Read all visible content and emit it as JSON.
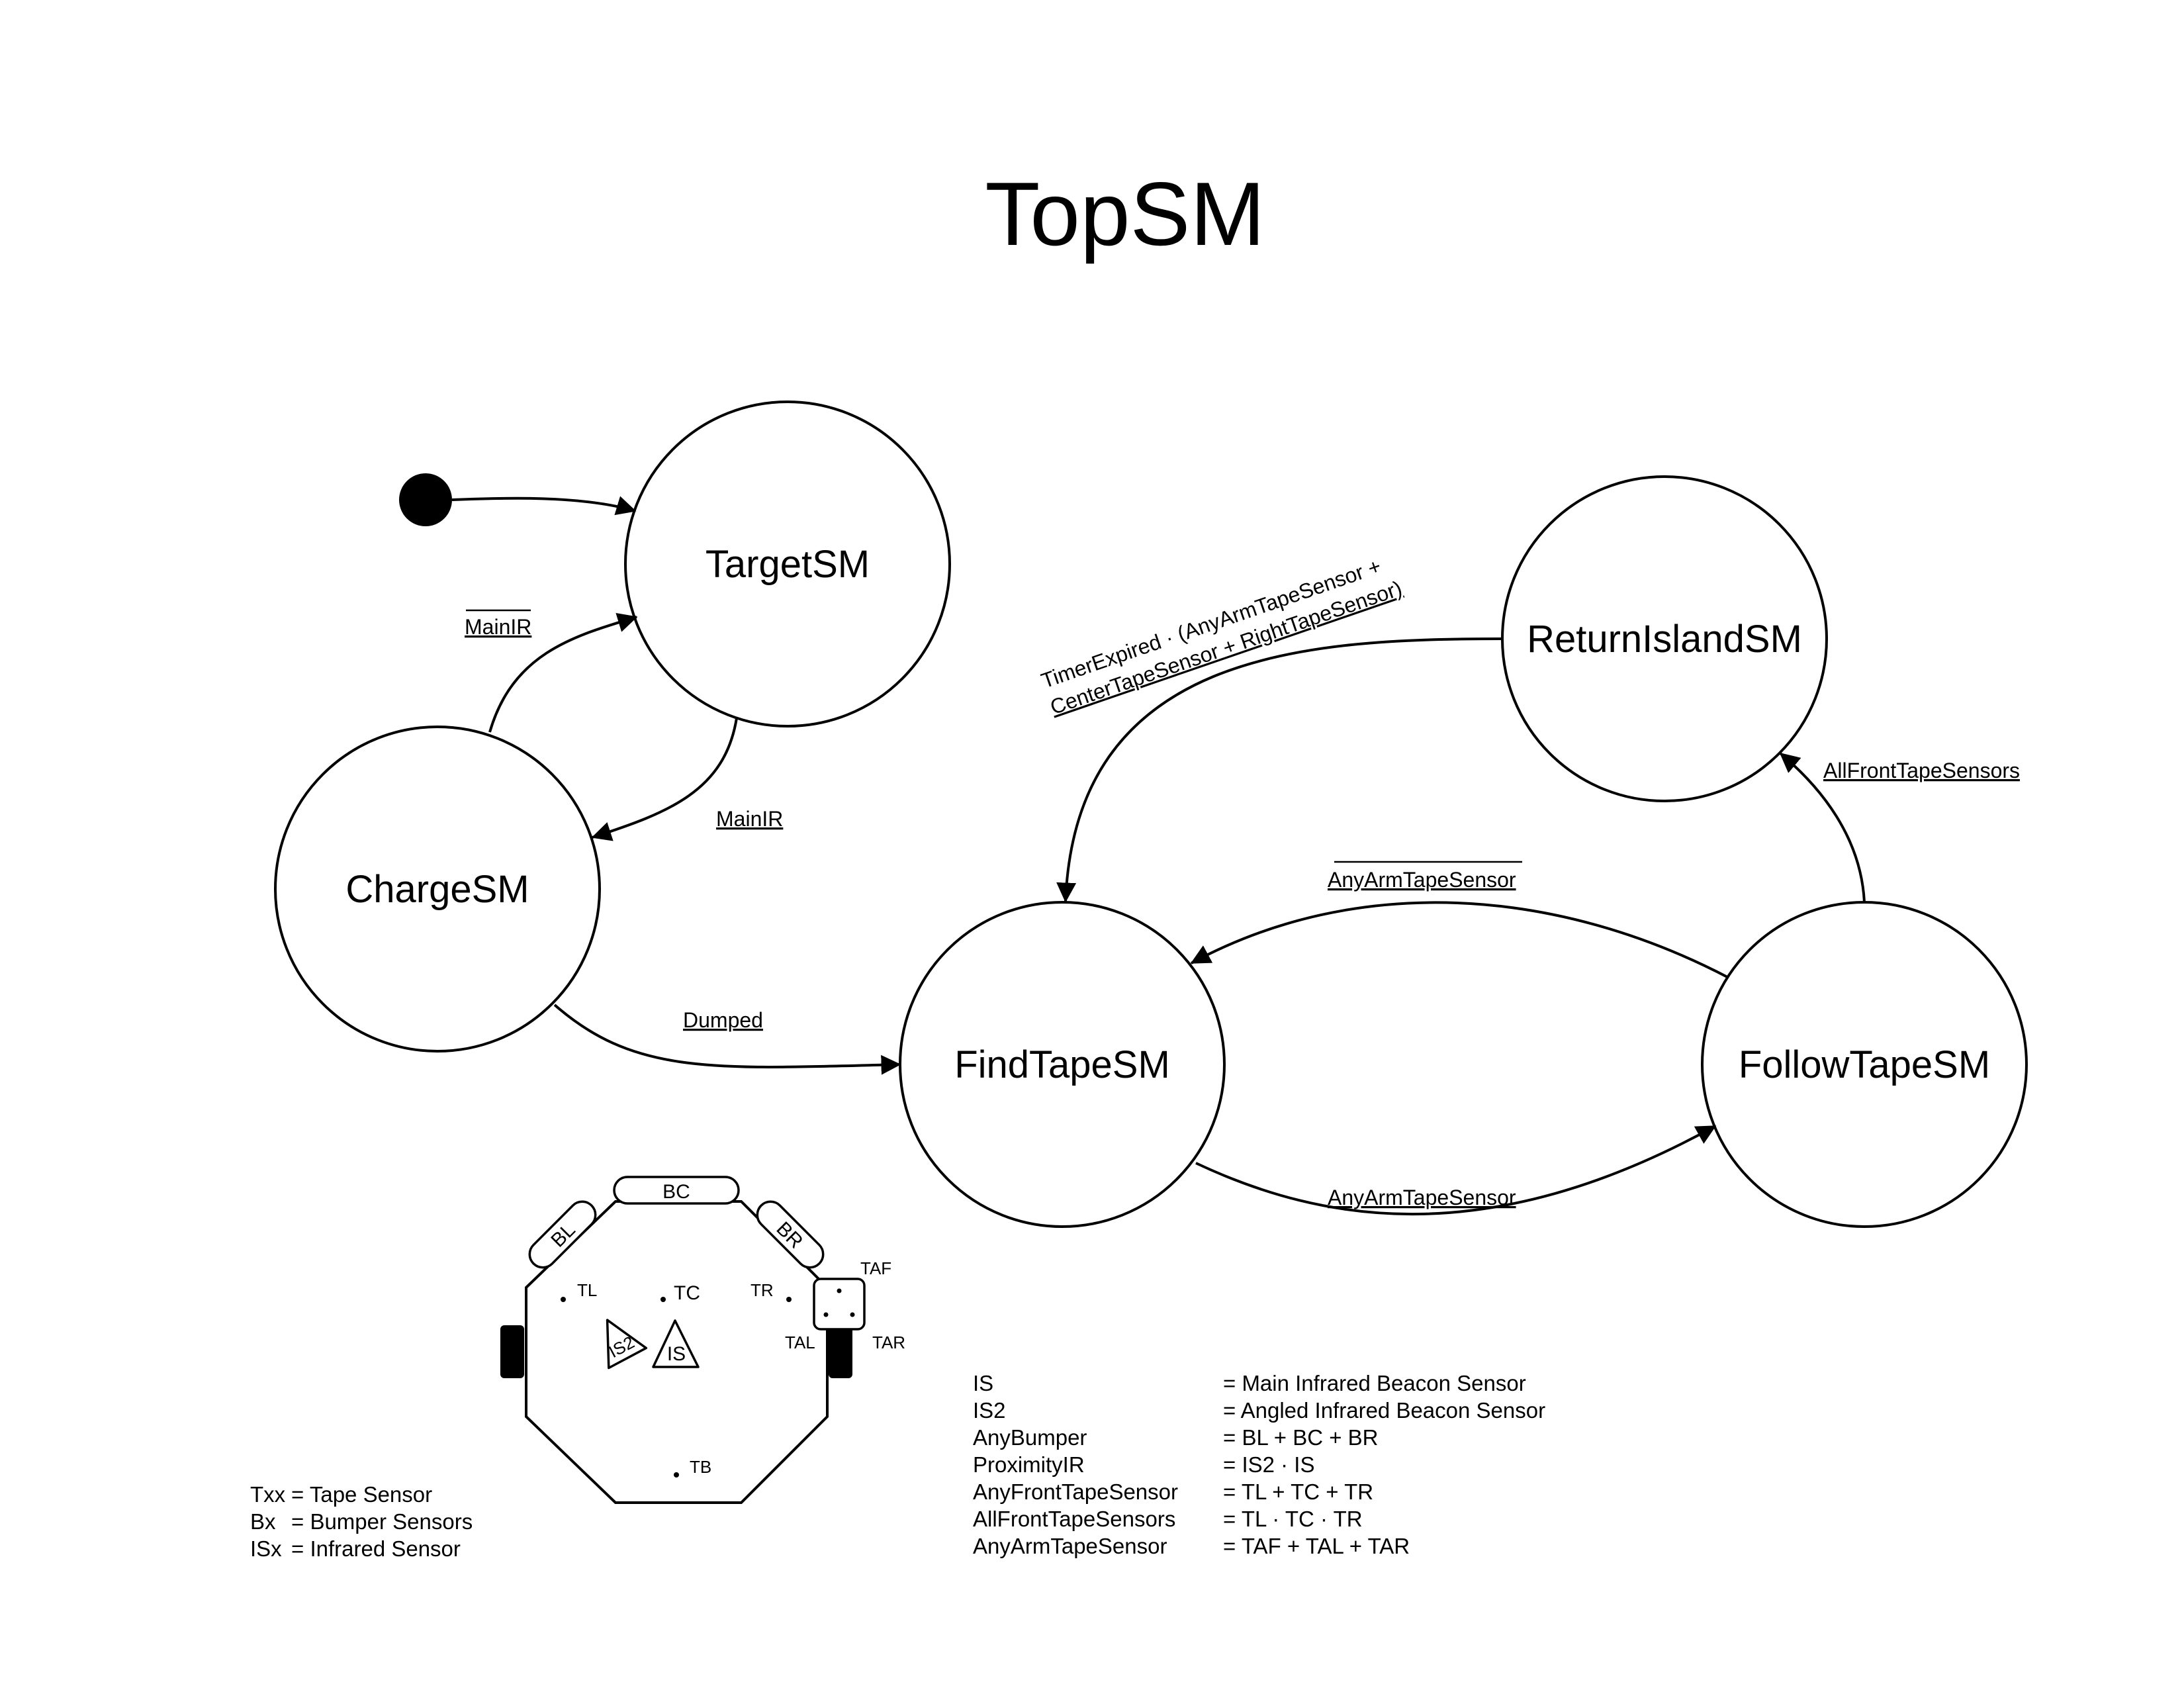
{
  "title": "TopSM",
  "states": {
    "target": "TargetSM",
    "charge": "ChargeSM",
    "find_tape": "FindTapeSM",
    "follow_tape": "FollowTapeSM",
    "return_island": "ReturnIslandSM"
  },
  "transitions": {
    "charge_to_target": "MainIR",
    "target_to_charge": "MainIR",
    "charge_to_find": "Dumped",
    "return_to_find_line1": "TimerExpired · (AnyArmTapeSensor +",
    "return_to_find_line2": "CenterTapeSensor + RightTapeSensor)",
    "follow_to_find": "AnyArmTapeSensor",
    "find_to_follow": "AnyArmTapeSensor",
    "follow_to_return": "AllFrontTapeSensors"
  },
  "robot": {
    "bc": "BC",
    "bl": "BL",
    "br": "BR",
    "tl": "TL",
    "tc": "TC",
    "tr": "TR",
    "tb": "TB",
    "taf": "TAF",
    "tal": "TAL",
    "tar": "TAR",
    "is": "IS",
    "is2": "IS2"
  },
  "sensor_key": [
    {
      "term": "Txx",
      "def": "= Tape Sensor"
    },
    {
      "term": "Bx",
      "def": "= Bumper Sensors"
    },
    {
      "term": "ISx",
      "def": "= Infrared Sensor"
    }
  ],
  "definitions": [
    {
      "term": "IS",
      "def": "= Main Infrared Beacon Sensor"
    },
    {
      "term": "IS2",
      "def": "= Angled Infrared Beacon Sensor"
    },
    {
      "term": "AnyBumper",
      "def": "= BL + BC + BR"
    },
    {
      "term": "ProximityIR",
      "def": "= IS2 · IS"
    },
    {
      "term": "AnyFrontTapeSensor",
      "def": "= TL + TC + TR"
    },
    {
      "term": "AllFrontTapeSensors",
      "def": "= TL · TC · TR"
    },
    {
      "term": "AnyArmTapeSensor",
      "def": "= TAF + TAL + TAR"
    }
  ]
}
